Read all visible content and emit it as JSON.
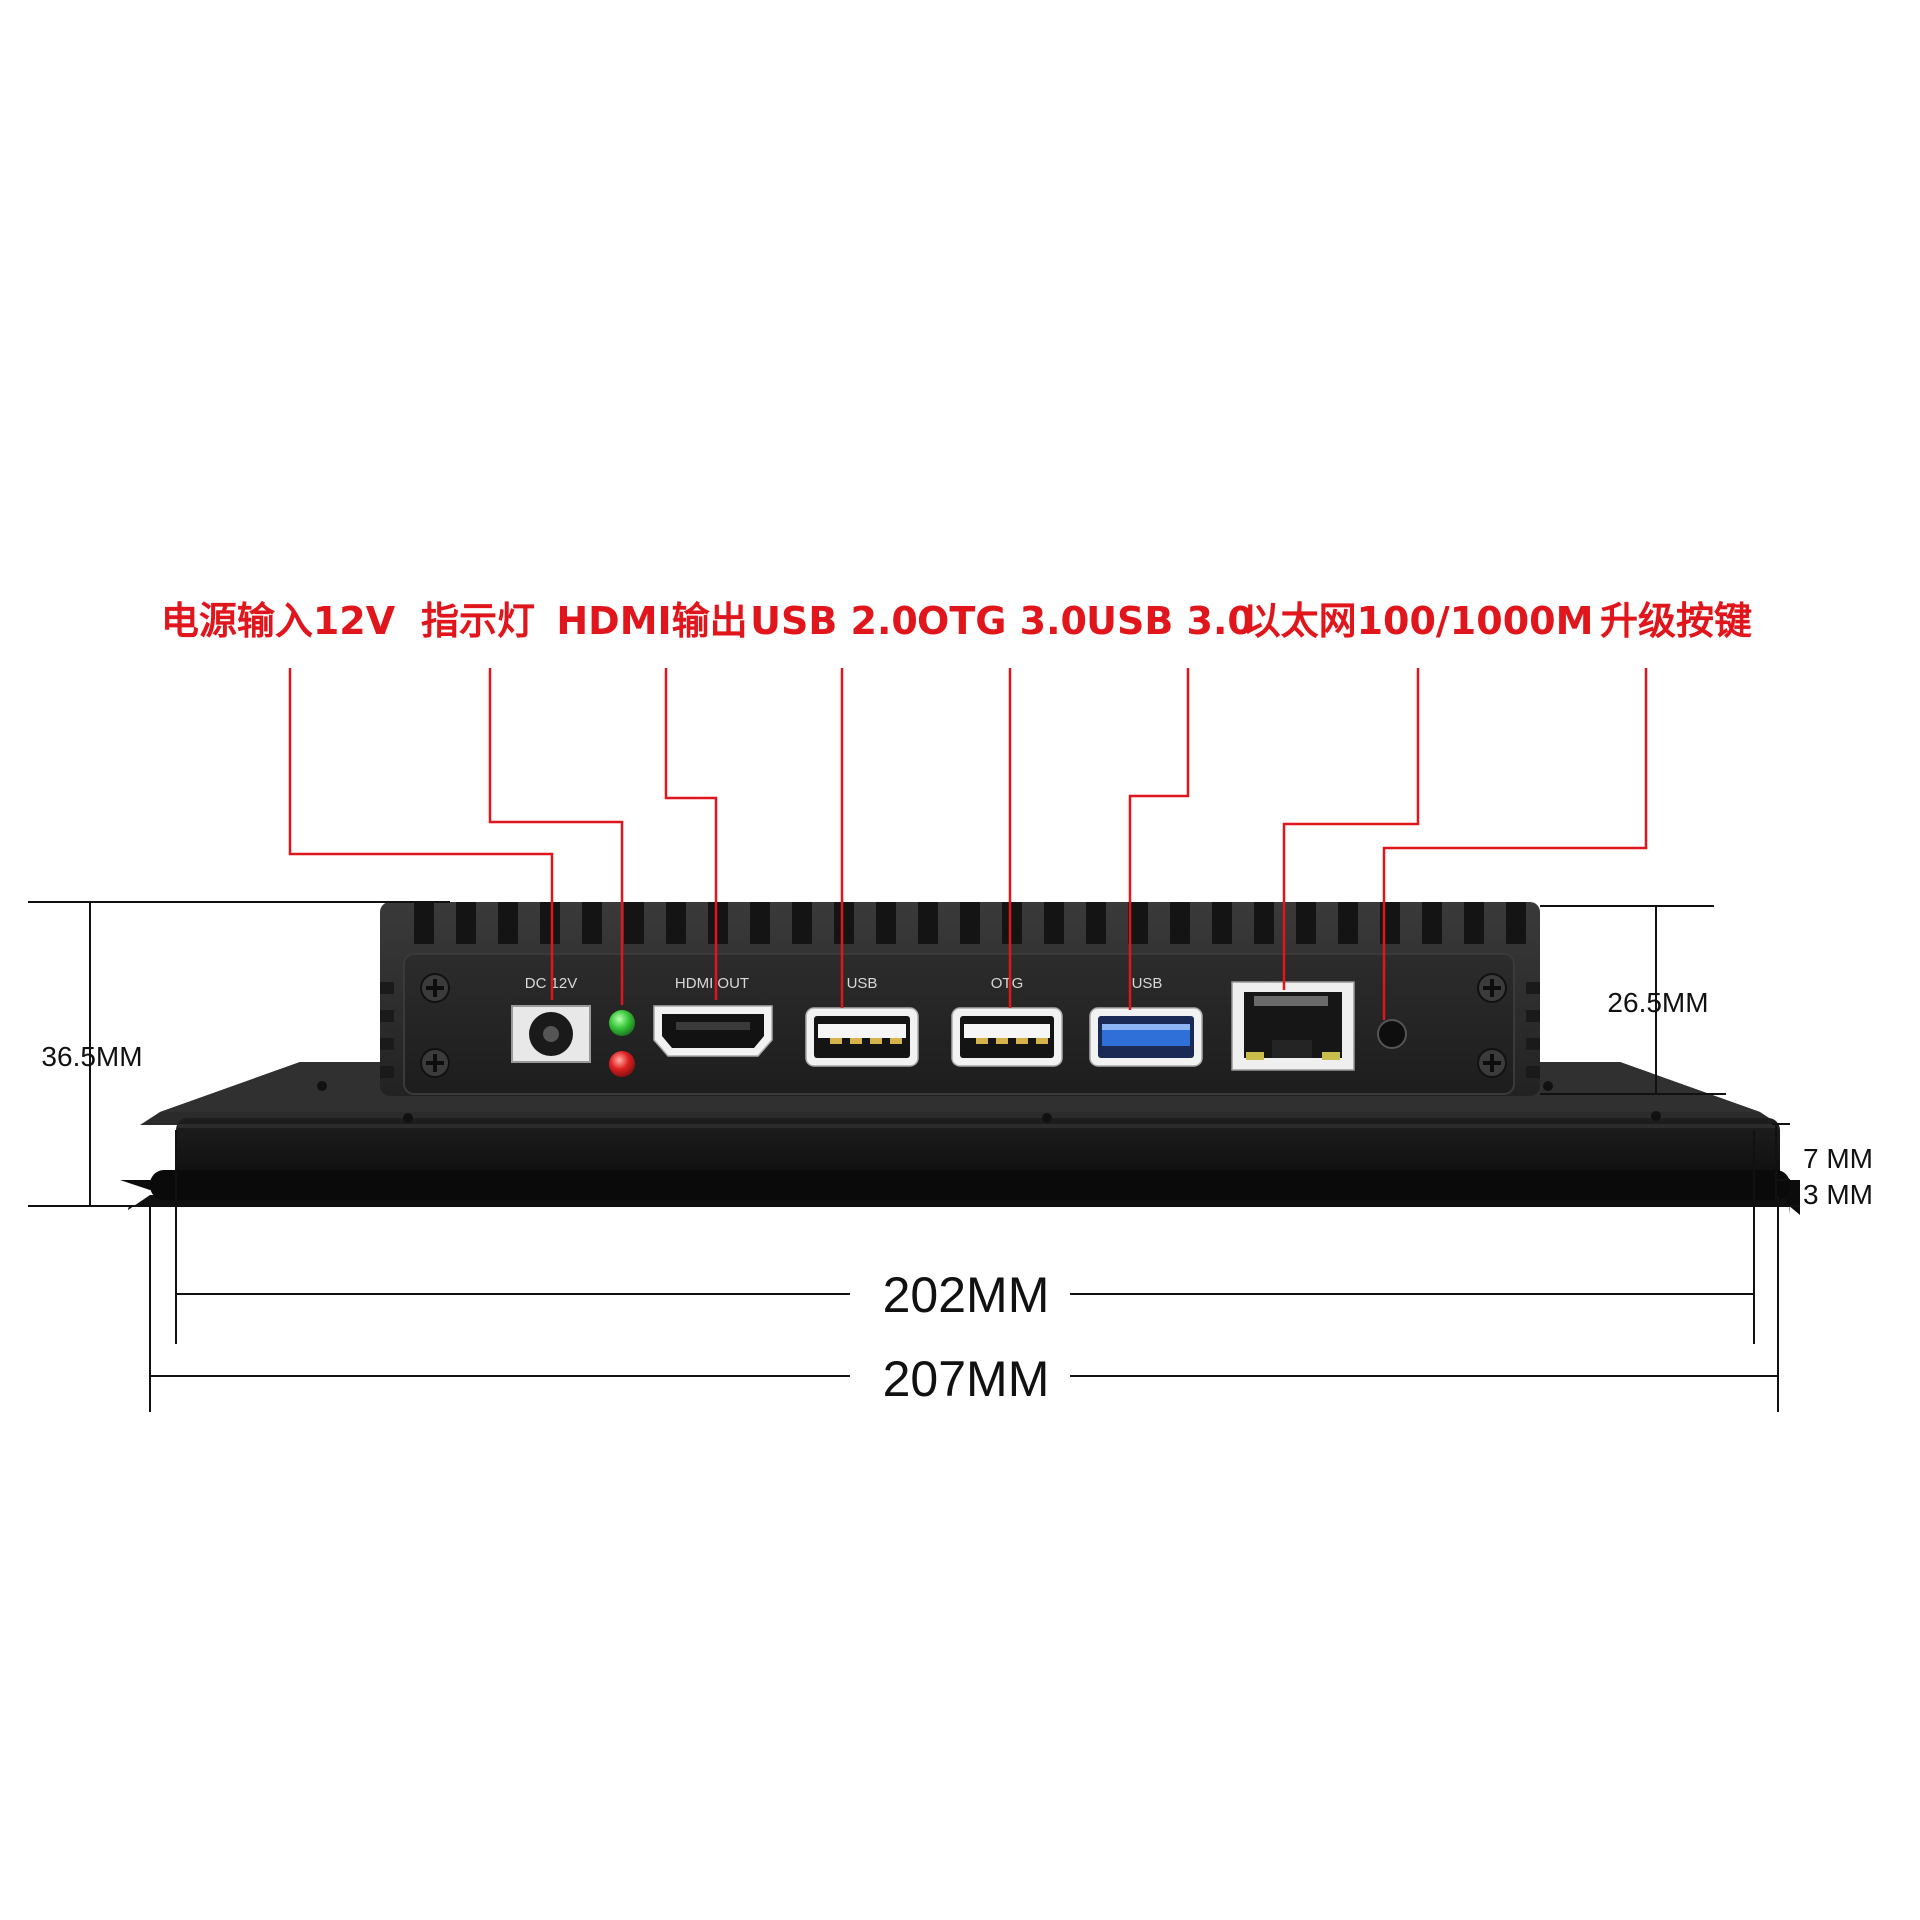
{
  "colors": {
    "callout": "#e0161c",
    "chassis": "#2a2a2a",
    "panel": "#1f1f1f",
    "bezel": "#141414",
    "usb3_blue": "#2f6fd8",
    "led_green": "#38c83a",
    "led_red": "#e02020"
  },
  "callouts": {
    "power": "电源输入12V",
    "indicator": "指示灯",
    "hdmi": "HDMI输出",
    "usb2": "USB 2.0",
    "otg": "OTG 3.0",
    "usb3": "USB 3.0",
    "ethernet": "以太网100/1000M",
    "upgrade": "升级按键"
  },
  "port_labels": {
    "dc": "DC 12V",
    "hdmi": "HDMI OUT",
    "usb_a": "USB",
    "otg": "OTG",
    "usb_b": "USB"
  },
  "dimensions": {
    "total_height": "36.5MM",
    "chassis_height": "26.5MM",
    "panel_depth": "7 MM",
    "bezel_depth": "3 MM",
    "inner_width": "202MM",
    "outer_width": "207MM"
  },
  "icons": [
    "screw-icon",
    "dc-jack-icon",
    "hdmi-port-icon",
    "usb-port-icon",
    "rj45-port-icon",
    "button-icon",
    "led-icon"
  ]
}
